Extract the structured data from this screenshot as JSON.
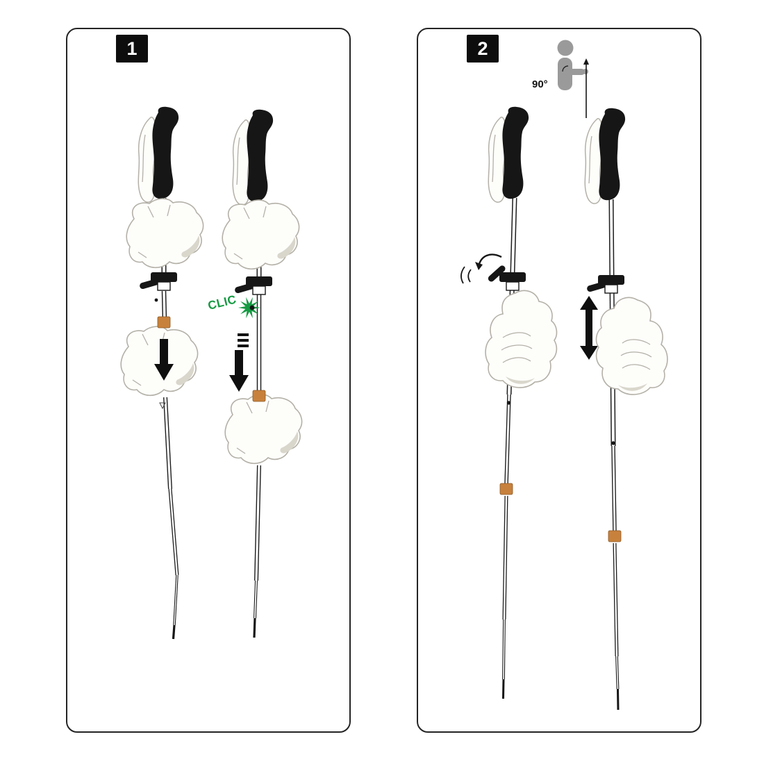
{
  "steps": [
    {
      "number": "1"
    },
    {
      "number": "2"
    }
  ],
  "labels": {
    "clic": "CLIC",
    "elbow_angle": "90°"
  },
  "icons": {
    "step1": [
      "down-arrow",
      "down-arrow",
      "clic-burst",
      "insertion-depth-marks"
    ],
    "step2": [
      "open-lever-curved-arrow",
      "vibration-lines",
      "length-adjust-double-arrow",
      "elbow-90-posture-figure"
    ]
  },
  "colors": {
    "outline": "#161616",
    "accent_orange": "#c8813c",
    "accent_green": "#169a43",
    "figure_gray": "#9a9a9a",
    "hand_outline": "#b3b0a7",
    "shade": "#d9d6cc"
  }
}
